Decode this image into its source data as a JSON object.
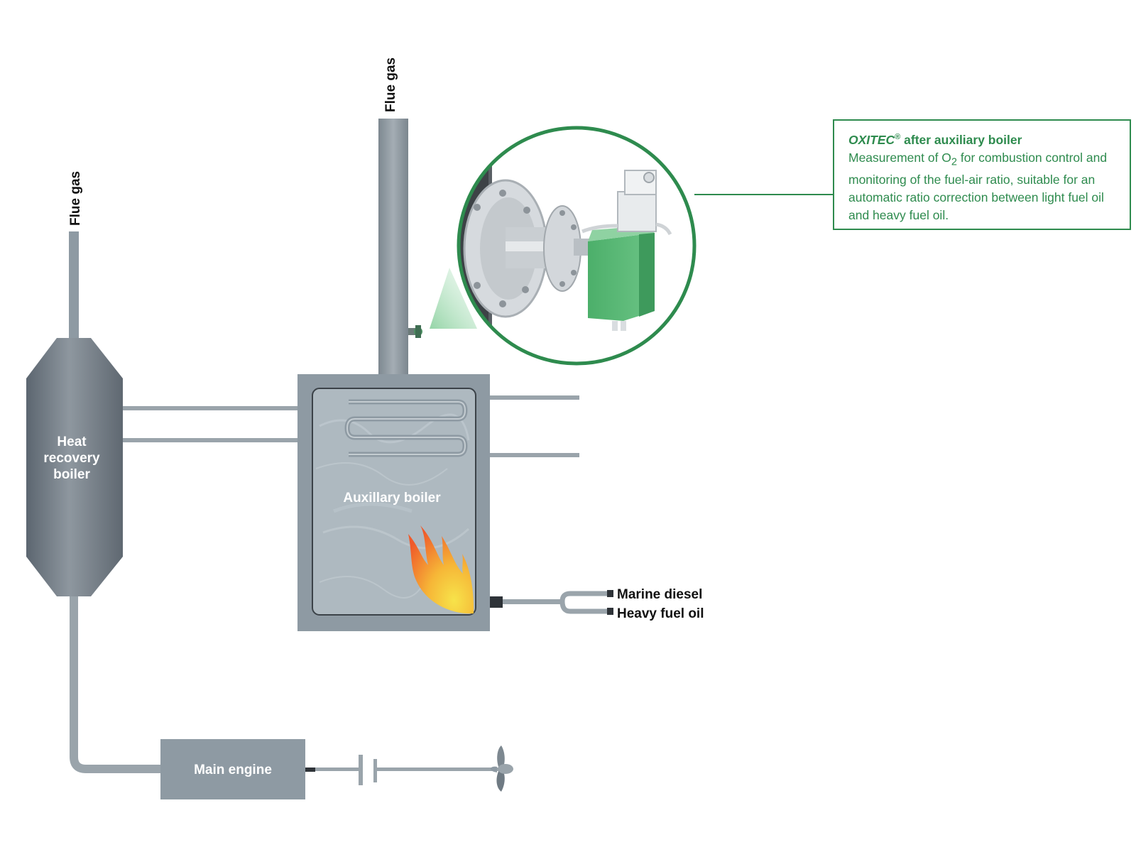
{
  "labels": {
    "flue_gas_left": "Flue gas",
    "flue_gas_center": "Flue gas",
    "heat_recovery_boiler": [
      "Heat",
      "recovery",
      "boiler"
    ],
    "auxiliary_boiler": "Auxillary boiler",
    "main_engine": "Main engine",
    "marine_diesel": "Marine diesel",
    "heavy_fuel_oil": "Heavy fuel oil"
  },
  "info": {
    "brand": "OXITEC",
    "registered": "®",
    "title_rest": " after auxiliary boiler",
    "desc_before": "Measurement of O",
    "desc_sub": "2",
    "desc_after": " for combustion control and monitoring of the fuel-air ratio, suitable for an automatic ratio correction between light fuel oil and heavy fuel oil."
  },
  "colors": {
    "accent_green": "#2e8b4e",
    "equipment_gray": "#8e9aa3",
    "pipe_gray": "#9aa4ab",
    "flame_orange": "#f2742a",
    "flame_yellow": "#f5d13a"
  }
}
